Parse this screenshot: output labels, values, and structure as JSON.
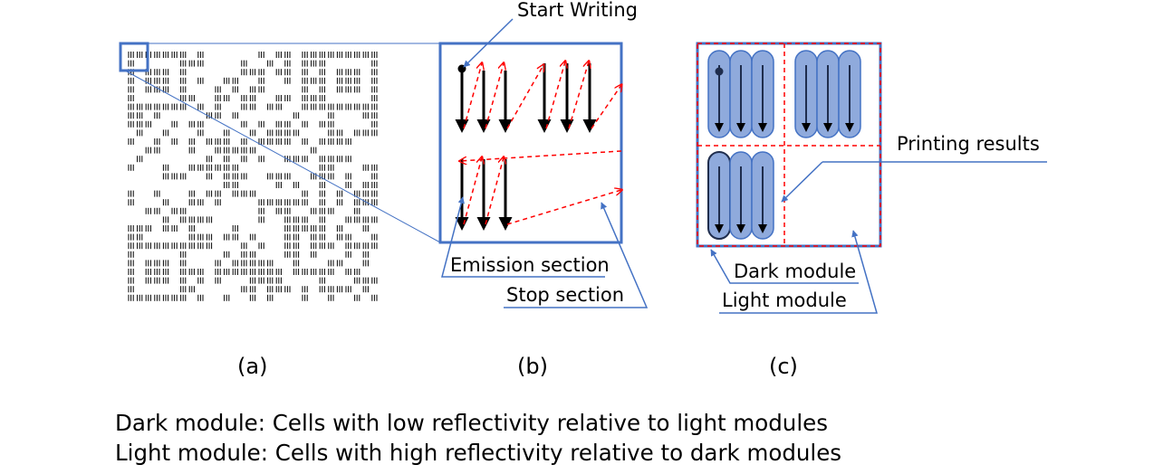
{
  "labels": {
    "start_writing": "Start Writing",
    "emission_section": "Emission section",
    "stop_section": "Stop section",
    "printing_results": "Printing results",
    "dark_module": "Dark module",
    "light_module": "Light module"
  },
  "panels": {
    "a": "(a)",
    "b": "(b)",
    "c": "(c)"
  },
  "legend": {
    "dark": "Dark module: Cells with low reflectivity relative to light modules",
    "light": "Light module: Cells with high reflectivity relative to dark modules"
  },
  "colors": {
    "frame_blue": "#4472c4",
    "dashed_red": "#ff0000",
    "module_fill": "#8faadc",
    "arrow": "#000000"
  },
  "icons": {
    "arrow": "down-arrow-icon",
    "dot": "start-dot-icon"
  }
}
